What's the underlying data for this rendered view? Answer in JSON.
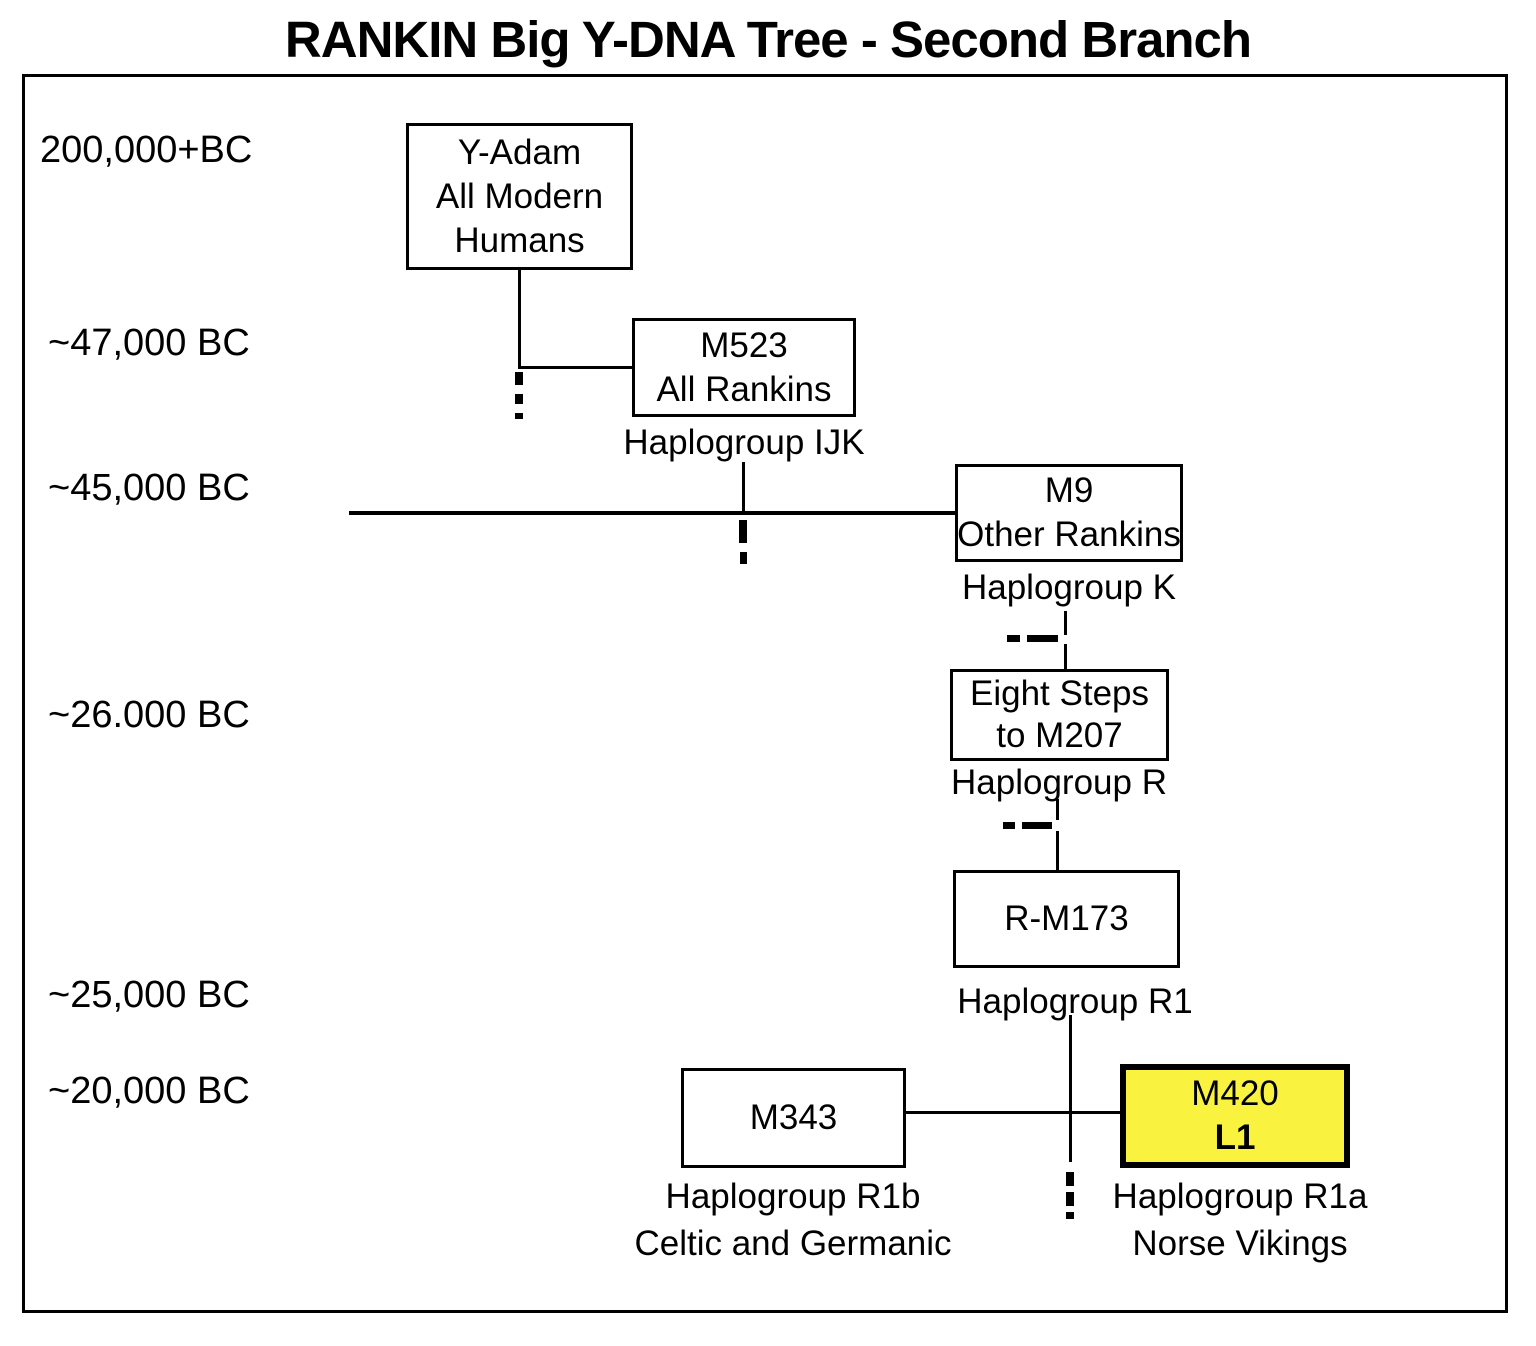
{
  "title": "RANKIN Big Y-DNA Tree - Second Branch",
  "colors": {
    "highlight_fill": "#F9F33F",
    "line_color": "#000000",
    "background": "#FFFFFF"
  },
  "timeline_labels": [
    "200,000+BC",
    "~47,000 BC",
    "~45,000 BC",
    "~26.000 BC",
    "~25,000 BC",
    "~20,000 BC"
  ],
  "nodes": {
    "y_adam": {
      "lines": [
        "Y-Adam",
        "All Modern",
        "Humans"
      ]
    },
    "m523": {
      "lines": [
        "M523",
        "All Rankins"
      ],
      "caption": "Haplogroup IJK"
    },
    "m9": {
      "lines": [
        "M9",
        "Other Rankins"
      ],
      "caption": "Haplogroup K"
    },
    "eight_steps": {
      "lines": [
        "Eight Steps",
        "to M207"
      ],
      "caption": "Haplogroup R"
    },
    "r_m173": {
      "lines": [
        "R-M173"
      ],
      "caption": "Haplogroup R1"
    },
    "m343": {
      "lines": [
        "M343"
      ],
      "caption": "Haplogroup R1b",
      "subcaption": "Celtic and Germanic"
    },
    "m420": {
      "lines": [
        "M420",
        "L1"
      ],
      "caption": "Haplogroup R1a",
      "subcaption": "Norse Vikings"
    }
  }
}
